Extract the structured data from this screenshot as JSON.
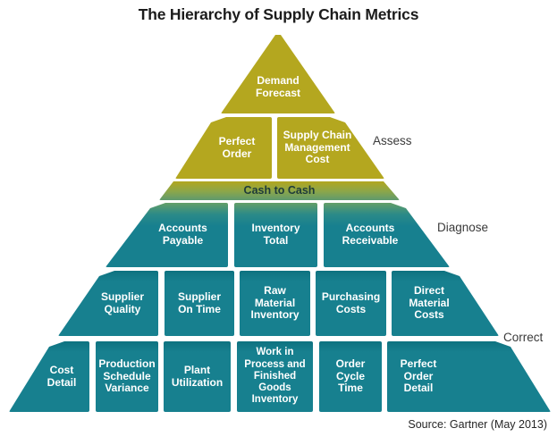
{
  "title": "The Hierarchy of Supply Chain Metrics",
  "source_note": "Source: Gartner (May 2013)",
  "stage_labels": {
    "assess": "Assess",
    "diagnose": "Diagnose",
    "correct": "Correct"
  },
  "colors": {
    "gold": "#b4a71f",
    "teal": "#17808f",
    "transition_gradient_top": "#b2a61f",
    "transition_gradient_bottom": "#5f9a6e",
    "block_text": "#ffffff",
    "transition_band_text": "#1e3b39",
    "stage_label_text": "#3a3a3a",
    "title_text": "#1c1c1c"
  },
  "pyramid": {
    "levels": [
      {
        "stage": "Assess",
        "blocks": [
          {
            "label": "Demand Forecast"
          }
        ]
      },
      {
        "stage": "Assess",
        "blocks": [
          {
            "label": "Perfect Order"
          },
          {
            "label": "Supply Chain Management Cost"
          }
        ]
      },
      {
        "stage": "Transition",
        "blocks": [
          {
            "label": "Cash to Cash"
          }
        ]
      },
      {
        "stage": "Diagnose",
        "blocks": [
          {
            "label": "Accounts Payable"
          },
          {
            "label": "Inventory Total"
          },
          {
            "label": "Accounts Receivable"
          }
        ]
      },
      {
        "stage": "Correct",
        "blocks": [
          {
            "label": "Supplier Quality"
          },
          {
            "label": "Supplier On Time"
          },
          {
            "label": "Raw Material Inventory"
          },
          {
            "label": "Purchasing Costs"
          },
          {
            "label": "Direct Material Costs"
          }
        ]
      },
      {
        "stage": "Correct",
        "blocks": [
          {
            "label": "Cost Detail"
          },
          {
            "label": "Production Schedule Variance"
          },
          {
            "label": "Plant Utilization"
          },
          {
            "label": "Work in Process and Finished Goods Inventory"
          },
          {
            "label": "Order Cycle Time"
          },
          {
            "label": "Perfect Order Detail"
          }
        ]
      }
    ]
  }
}
